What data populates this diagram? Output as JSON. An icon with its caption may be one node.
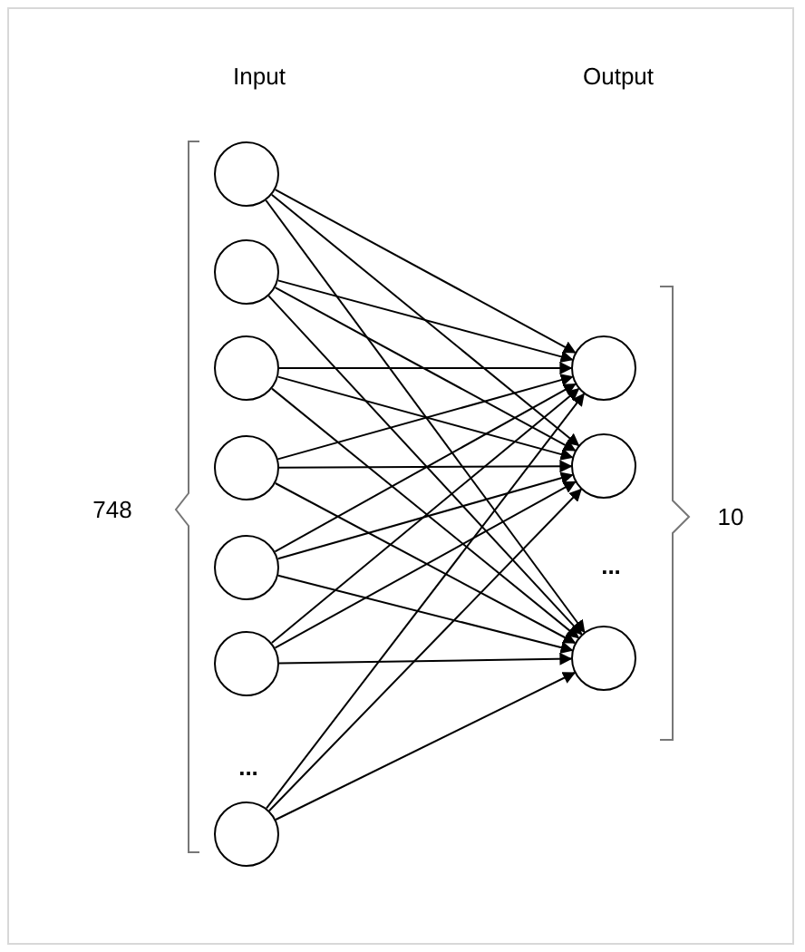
{
  "diagram": {
    "nodes": [
      {
        "text": [],
        "shape": "circle"
      },
      {
        "text": [],
        "shape": "circle"
      },
      {
        "text": [],
        "shape": "circle"
      },
      {
        "text": [],
        "shape": "circle"
      },
      {
        "text": [],
        "shape": "circle"
      },
      {
        "text": [],
        "shape": "circle"
      },
      {
        "text": [],
        "shape": "circle"
      },
      {
        "text": [],
        "shape": "circle"
      },
      {
        "text": [],
        "shape": "circle"
      },
      {
        "text": [],
        "shape": "circle"
      }
    ],
    "edges": [
      {
        "from": 0,
        "to": 7,
        "arrow": "to"
      },
      {
        "from": 0,
        "to": 8,
        "arrow": "to"
      },
      {
        "from": 0,
        "to": 9,
        "arrow": "to"
      },
      {
        "from": 1,
        "to": 7,
        "arrow": "to"
      },
      {
        "from": 1,
        "to": 8,
        "arrow": "to"
      },
      {
        "from": 1,
        "to": 9,
        "arrow": "to"
      },
      {
        "from": 2,
        "to": 7,
        "arrow": "to"
      },
      {
        "from": 2,
        "to": 8,
        "arrow": "to"
      },
      {
        "from": 2,
        "to": 9,
        "arrow": "to"
      },
      {
        "from": 3,
        "to": 7,
        "arrow": "to"
      },
      {
        "from": 3,
        "to": 8,
        "arrow": "to"
      },
      {
        "from": 3,
        "to": 9,
        "arrow": "to"
      },
      {
        "from": 4,
        "to": 7,
        "arrow": "to"
      },
      {
        "from": 4,
        "to": 8,
        "arrow": "to"
      },
      {
        "from": 4,
        "to": 9,
        "arrow": "to"
      },
      {
        "from": 5,
        "to": 7,
        "arrow": "to"
      },
      {
        "from": 5,
        "to": 8,
        "arrow": "to"
      },
      {
        "from": 5,
        "to": 9,
        "arrow": "to"
      },
      {
        "from": 6,
        "to": 7,
        "arrow": "to"
      },
      {
        "from": 6,
        "to": 8,
        "arrow": "to"
      },
      {
        "from": 6,
        "to": 9,
        "arrow": "to"
      }
    ],
    "labels": [
      "Input",
      "Output",
      "748",
      "10",
      "...",
      "..."
    ]
  }
}
